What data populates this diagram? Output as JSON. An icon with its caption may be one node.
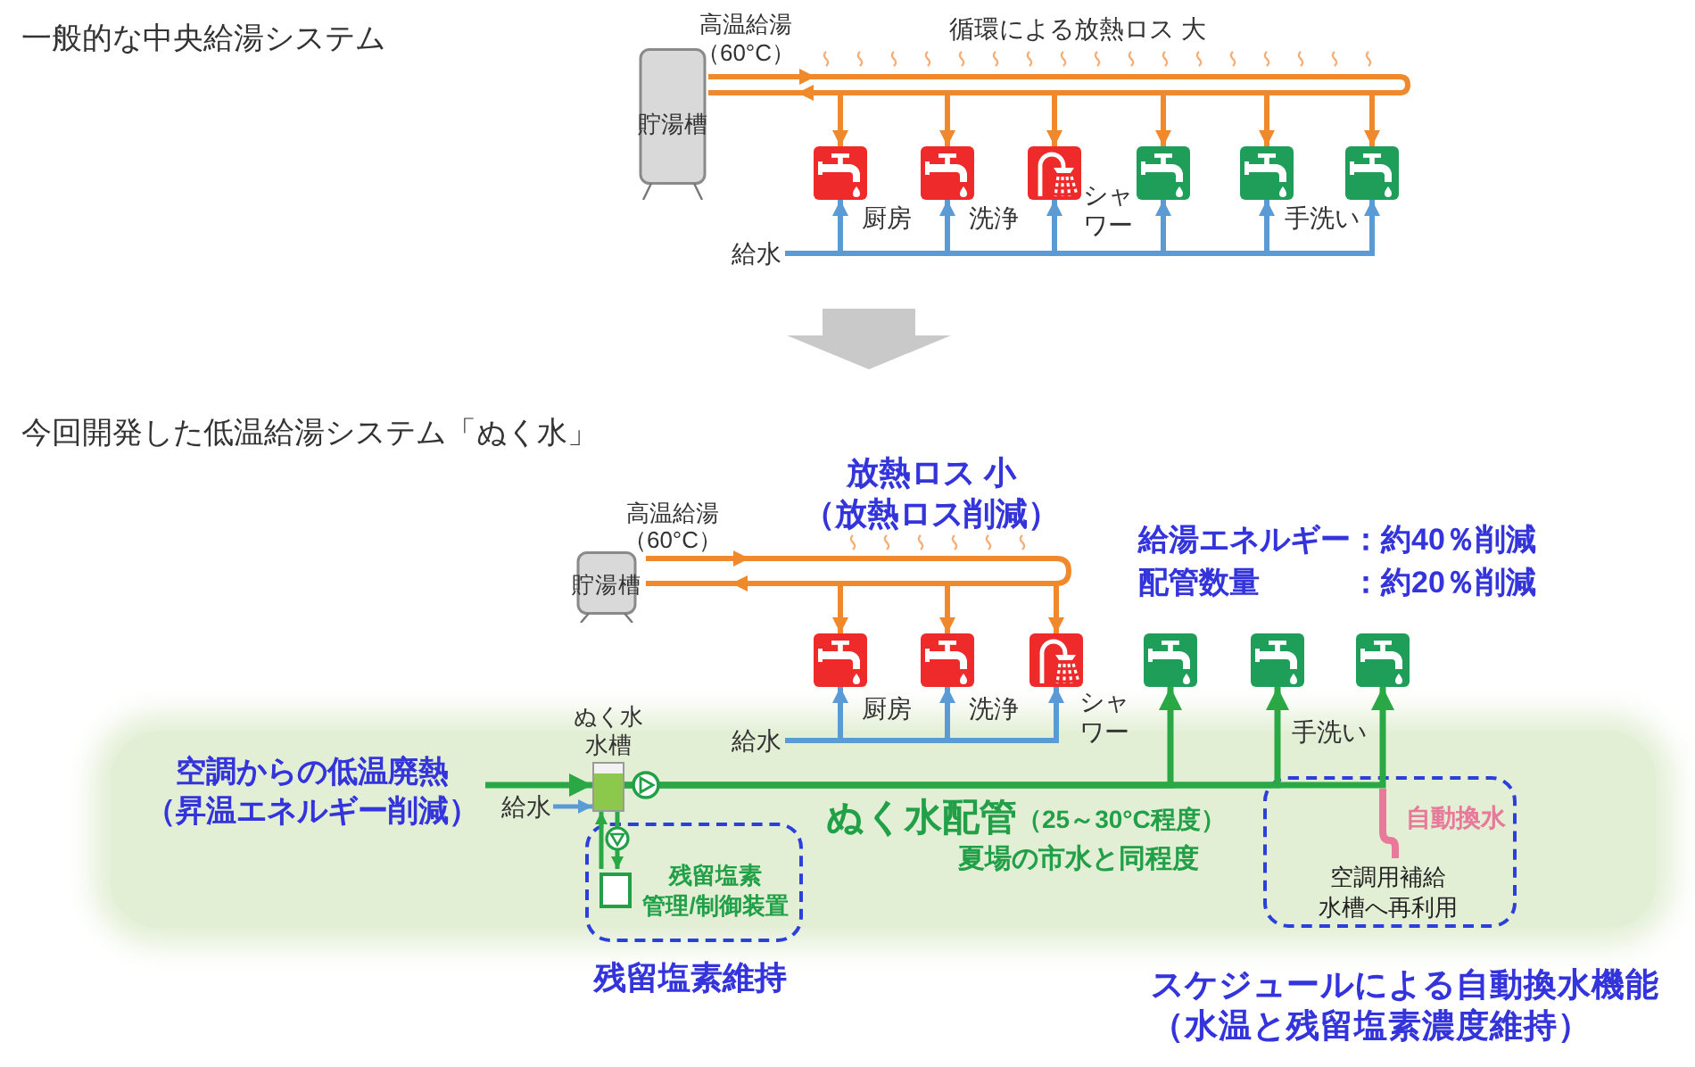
{
  "diagram": {
    "nodes": [
      {
        "text": [
          "貯湯槽"
        ]
      },
      {
        "text": [],
        "shape": "picture",
        "beside": [
          "厨房"
        ]
      },
      {
        "text": [],
        "shape": "picture",
        "beside": [
          "洗浄"
        ]
      },
      {
        "text": [],
        "shape": "picture",
        "beside": [
          "シャワー"
        ]
      },
      {
        "text": [],
        "shape": "picture"
      },
      {
        "text": [],
        "shape": "picture",
        "beside": [
          "手洗い"
        ]
      },
      {
        "text": [],
        "shape": "picture"
      },
      {
        "text": [
          "給水"
        ]
      },
      {
        "text": [
          "貯湯槽"
        ]
      },
      {
        "text": [],
        "shape": "picture",
        "beside": [
          "厨房"
        ]
      },
      {
        "text": [],
        "shape": "picture",
        "beside": [
          "洗浄"
        ]
      },
      {
        "text": [],
        "shape": "picture",
        "beside": [
          "シャワー"
        ]
      },
      {
        "text": [],
        "shape": "picture"
      },
      {
        "text": [],
        "shape": "picture",
        "beside": [
          "手洗い"
        ]
      },
      {
        "text": [],
        "shape": "picture"
      },
      {
        "text": [
          "給水"
        ]
      },
      {
        "text": [
          "空調からの低温廃熱（昇温エネルギー削減）"
        ]
      },
      {
        "text": [
          "給水"
        ]
      },
      {
        "text": [],
        "shape": "box",
        "beside": [
          "ぬく水水槽"
        ]
      },
      {
        "text": [],
        "shape": "box",
        "beside": [
          "残留塩素維持"
        ]
      },
      {
        "text": [],
        "shape": "box",
        "in": 19,
        "beside": [
          "残留塩素管理/制御装置"
        ]
      },
      {
        "text": [],
        "shape": "box",
        "beside": [
          "スケジュールによる自動換水機能（水温と残留塩素濃度維持）"
        ]
      },
      {
        "text": [
          "空調用補給水槽へ再利用"
        ],
        "in": 21
      }
    ],
    "edges": [
      {
        "from": 0,
        "to": 0,
        "arrow": "to"
      },
      {
        "from": 0,
        "to": 1,
        "arrow": "to"
      },
      {
        "from": 0,
        "to": 2,
        "arrow": "to"
      },
      {
        "from": 0,
        "to": 3,
        "arrow": "to"
      },
      {
        "from": 0,
        "to": 4,
        "arrow": "to"
      },
      {
        "from": 0,
        "to": 5,
        "arrow": "to"
      },
      {
        "from": 0,
        "to": 6,
        "arrow": "to"
      },
      {
        "from": 7,
        "to": 1,
        "arrow": "to",
        "color": "#5b9bd5"
      },
      {
        "from": 7,
        "to": 2,
        "arrow": "to",
        "color": "#5b9bd5"
      },
      {
        "from": 7,
        "to": 3,
        "arrow": "to",
        "color": "#5b9bd5"
      },
      {
        "from": 7,
        "to": 4,
        "arrow": "to",
        "color": "#5b9bd5"
      },
      {
        "from": 7,
        "to": 5,
        "arrow": "to",
        "color": "#5b9bd5"
      },
      {
        "from": 7,
        "to": 6,
        "arrow": "to",
        "color": "#5b9bd5"
      },
      {
        "from": 8,
        "to": 8,
        "arrow": "to"
      },
      {
        "from": 8,
        "to": 9,
        "arrow": "to"
      },
      {
        "from": 8,
        "to": 10,
        "arrow": "to"
      },
      {
        "from": 8,
        "to": 11,
        "arrow": "to"
      },
      {
        "from": 15,
        "to": 9,
        "arrow": "to",
        "color": "#5b9bd5"
      },
      {
        "from": 15,
        "to": 10,
        "arrow": "to",
        "color": "#5b9bd5"
      },
      {
        "from": 15,
        "to": 11,
        "arrow": "to",
        "color": "#5b9bd5"
      },
      {
        "from": 16,
        "to": 18,
        "arrow": "to",
        "color": "#2aa845"
      },
      {
        "from": 17,
        "to": 18,
        "arrow": "to",
        "color": "#5b9bd5"
      },
      {
        "from": 18,
        "to": 12,
        "arrow": "to",
        "color": "#2aa845"
      },
      {
        "from": 18,
        "to": 13,
        "arrow": "to",
        "color": "#2aa845"
      },
      {
        "from": 18,
        "to": 14,
        "arrow": "to",
        "color": "#2aa845"
      },
      {
        "from": 18,
        "to": 20,
        "arrow": "to",
        "color": "#2aa845"
      },
      {
        "from": 20,
        "to": 18,
        "arrow": "to",
        "color": "#2aa845"
      },
      {
        "from": null,
        "to": 22,
        "arrow": "none",
        "label": "自動換水",
        "color": "#e8799b"
      }
    ],
    "labels": [
      "一般的な中央給湯システム",
      "高温給湯（60°C）",
      "循環による放熱ロス 大",
      "今回開発した低温給湯システム「ぬく水」",
      "放熱ロス 小（放熱ロス削減）",
      "高温給湯（60°C）",
      "給湯エネルギー：約40％削減",
      "配管数量　　　：約20％削減",
      "ぬく水配管",
      "（25～30°C程度）",
      "夏場の市水と同程度"
    ]
  }
}
